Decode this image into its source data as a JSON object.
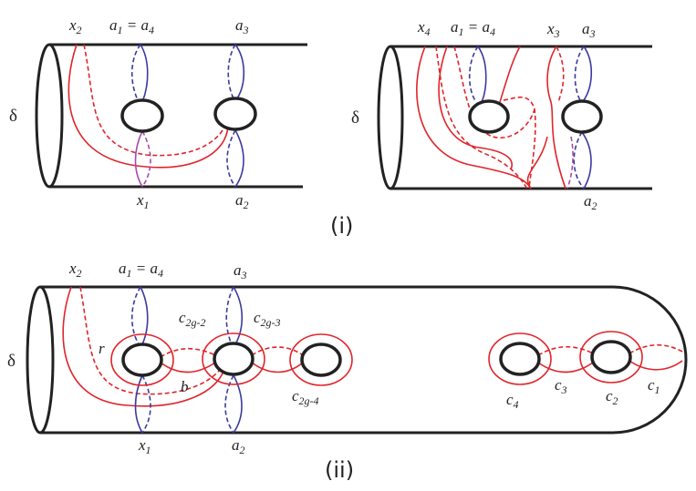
{
  "panel_i": {
    "left": {
      "delta": "δ",
      "x2": {
        "base": "x",
        "sub": "2"
      },
      "a1a4": {
        "a1": "a",
        "a1sub": "1",
        "eq": " = ",
        "a4": "a",
        "a4sub": "4"
      },
      "a3": {
        "base": "a",
        "sub": "3"
      },
      "x1": {
        "base": "x",
        "sub": "1"
      },
      "a2": {
        "base": "a",
        "sub": "2"
      }
    },
    "right": {
      "delta": "δ",
      "x4": {
        "base": "x",
        "sub": "4"
      },
      "a1a4": {
        "a1": "a",
        "a1sub": "1",
        "eq": " = ",
        "a4": "a",
        "a4sub": "4"
      },
      "x3": {
        "base": "x",
        "sub": "3"
      },
      "a3": {
        "base": "a",
        "sub": "3"
      },
      "a2": {
        "base": "a",
        "sub": "2"
      }
    },
    "caption": "(i)"
  },
  "panel_ii": {
    "delta": "δ",
    "x2": {
      "base": "x",
      "sub": "2"
    },
    "a1a4": {
      "a1": "a",
      "a1sub": "1",
      "eq": " = ",
      "a4": "a",
      "a4sub": "4"
    },
    "a3": {
      "base": "a",
      "sub": "3"
    },
    "c2g2": {
      "base": "c",
      "sub": "2g-2"
    },
    "c2g3": {
      "base": "c",
      "sub": "2g-3"
    },
    "c2g4": {
      "base": "c",
      "sub": "2g-4"
    },
    "r": "r",
    "b": "b",
    "x1": {
      "base": "x",
      "sub": "1"
    },
    "a2": {
      "base": "a",
      "sub": "2"
    },
    "c4": {
      "base": "c",
      "sub": "4"
    },
    "c3": {
      "base": "c",
      "sub": "3"
    },
    "c2": {
      "base": "c",
      "sub": "2"
    },
    "c1": {
      "base": "c",
      "sub": "1"
    },
    "caption": "(ii)"
  },
  "colors": {
    "outline": "#222222",
    "red_curve": "#e0242b",
    "blue_curve": "#3a3aa0",
    "purple_curve": "#a64ba6"
  }
}
